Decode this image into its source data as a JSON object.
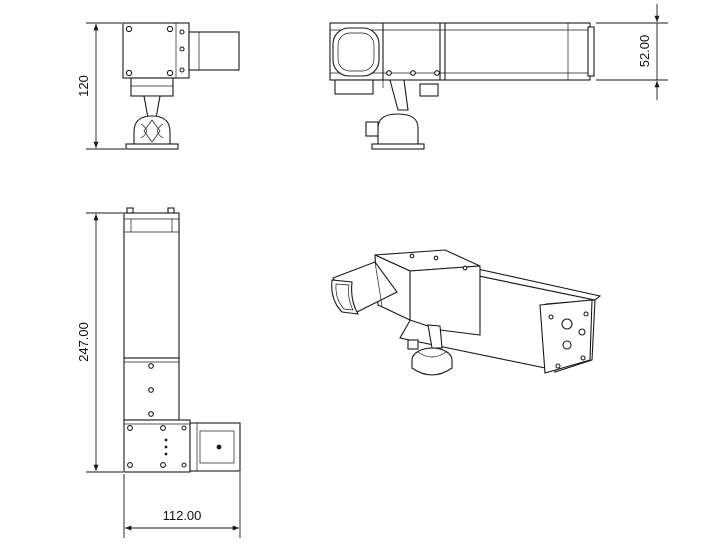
{
  "dimensions": {
    "height_front": "120",
    "height_side": "52.00",
    "length_top": "247.00",
    "width_top": "112.00"
  },
  "colors": {
    "line": "#1a1a1a",
    "background": "#ffffff"
  }
}
